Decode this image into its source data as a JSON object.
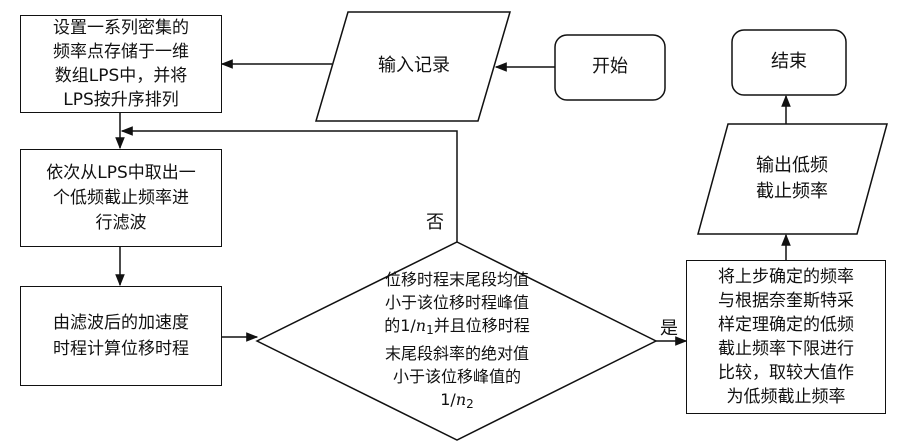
{
  "nodes": {
    "start": "开始",
    "input": "输入记录",
    "setup": [
      "设置一系列密集的",
      "频率点存储于一维",
      "数组LPS中，并将",
      "LPS按升序排列"
    ],
    "filter": [
      "依次从LPS中取出一",
      "个低频截止频率进",
      "行滤波"
    ],
    "compute": [
      "由滤波后的加速度",
      "时程计算位移时程"
    ],
    "condition": {
      "line1": "位移时程末尾段均值",
      "line2": "小于该位移时程峰值",
      "line3_prefix": "的1/",
      "line3_var": "n",
      "line3_sub": "1",
      "line3_suffix": "并且位移时程",
      "line4": "末尾段斜率的绝对值",
      "line5": "小于该位移峰值的",
      "line6_prefix": "1/",
      "line6_var": "n",
      "line6_sub": "2"
    },
    "compare": [
      "将上步确定的频率",
      "与根据奈奎斯特采",
      "样定理确定的低频",
      "截止频率下限进行",
      "比较，取较大值作",
      "为低频截止频率"
    ],
    "output": [
      "输出低频",
      "截止频率"
    ],
    "end": "结束"
  },
  "edges": {
    "no_label": "否",
    "yes_label": "是"
  }
}
